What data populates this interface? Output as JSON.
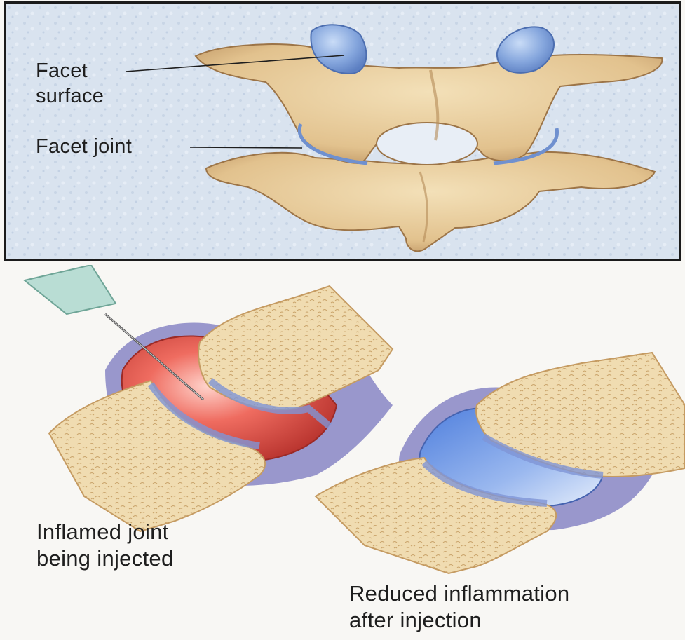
{
  "labels": {
    "facet_surface": "Facet\nsurface",
    "facet_joint": "Facet joint",
    "inflamed": "Inflamed joint\nbeing injected",
    "reduced": "Reduced inflammation\nafter injection"
  },
  "colors": {
    "bone": "#ead3a6",
    "bone_shadow": "#c8a06a",
    "cartilage_blue": "#7ea0dd",
    "inflamed_red": "#e2524a",
    "capsule_purple": "#8b84c4",
    "background_blue": "#d9e3ef"
  }
}
